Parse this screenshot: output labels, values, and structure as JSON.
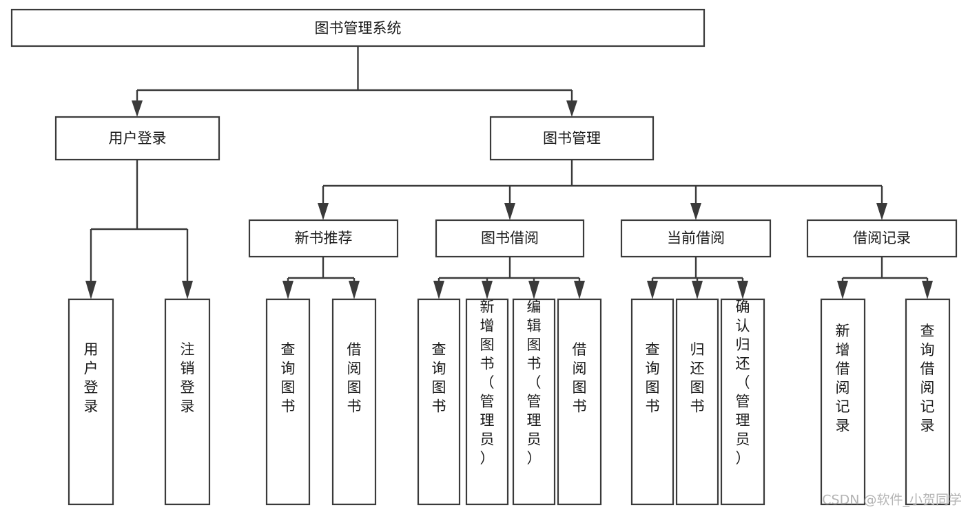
{
  "diagram": {
    "type": "tree-hierarchy",
    "title": "图书管理系统",
    "watermark": "CSDN @软件_小贺同学",
    "colors": {
      "box_stroke": "#3a3a3a",
      "box_fill": "#ffffff",
      "connector": "#3a3a3a",
      "text": "#1a1a1a",
      "watermark": "#b4b4b4",
      "background": "#ffffff"
    },
    "root": {
      "label": "图书管理系统"
    },
    "level2": [
      {
        "label": "用户登录"
      },
      {
        "label": "图书管理"
      }
    ],
    "level3": [
      {
        "label": "新书推荐"
      },
      {
        "label": "图书借阅"
      },
      {
        "label": "当前借阅"
      },
      {
        "label": "借阅记录"
      }
    ],
    "leaves": {
      "user_login": [
        {
          "label": "用户登录"
        },
        {
          "label": "注销登录"
        }
      ],
      "new_book_recommend": [
        {
          "label": "查询图书"
        },
        {
          "label": "借阅图书"
        }
      ],
      "book_borrow": [
        {
          "label": "查询图书"
        },
        {
          "label": "新增图书（管理员）"
        },
        {
          "label": "编辑图书（管理员）"
        },
        {
          "label": "借阅图书"
        }
      ],
      "current_borrow": [
        {
          "label": "查询图书"
        },
        {
          "label": "归还图书"
        },
        {
          "label": "确认归还（管理员）"
        }
      ],
      "borrow_record": [
        {
          "label": "新增借阅记录"
        },
        {
          "label": "查询借阅记录"
        }
      ]
    }
  }
}
